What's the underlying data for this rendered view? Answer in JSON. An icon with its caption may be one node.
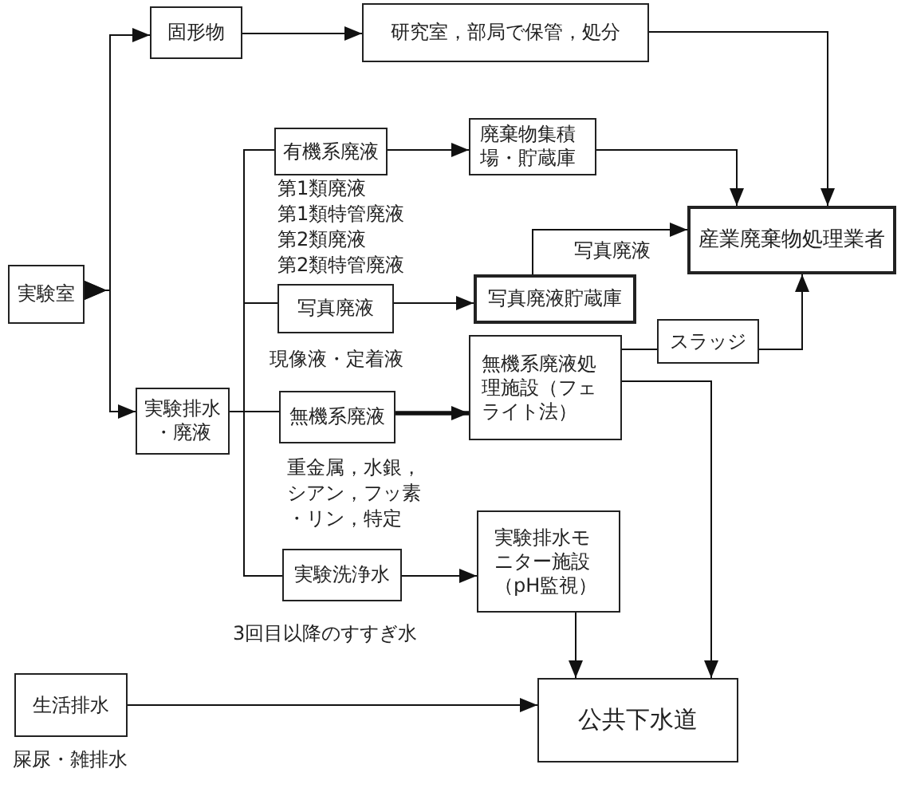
{
  "diagram": {
    "nodes": [
      {
        "text": [
          "実験室"
        ]
      },
      {
        "text": [
          "固形物"
        ]
      },
      {
        "text": [
          "研究室，部局で保管，処分"
        ]
      },
      {
        "text": [
          "有機系廃液"
        ],
        "beside": [
          "第1類廃液",
          "第1類特管廃液",
          "第2類廃液",
          "第2類特管廃液"
        ]
      },
      {
        "text": [
          "廃棄物集積場・貯蔵庫"
        ]
      },
      {
        "text": [
          "写真廃液"
        ],
        "beside": [
          "現像液・定着液"
        ]
      },
      {
        "text": [
          "写真廃液貯蔵庫"
        ]
      },
      {
        "text": [
          "産業廃棄物処理業者"
        ]
      },
      {
        "text": [
          "スラッジ"
        ]
      },
      {
        "text": [
          "無機系廃液処理施設（フェライト法）"
        ]
      },
      {
        "text": [
          "実験排水・廃液"
        ]
      },
      {
        "text": [
          "無機系廃液"
        ],
        "beside": [
          "重金属，水銀，シアン，フッ素・リン，特定"
        ]
      },
      {
        "text": [
          "実験洗浄水"
        ],
        "beside": [
          "3回目以降のすすぎ水"
        ]
      },
      {
        "text": [
          "実験排水モニター施設（pH監視）"
        ]
      },
      {
        "text": [
          "生活排水"
        ],
        "beside": [
          "屎尿・雑排水"
        ]
      },
      {
        "text": [
          "公共下水道"
        ]
      }
    ],
    "edges": [
      {
        "from": 0,
        "to": 1,
        "arrow": "to"
      },
      {
        "from": 0,
        "to": 10,
        "arrow": "to"
      },
      {
        "from": 1,
        "to": 2,
        "arrow": "to"
      },
      {
        "from": 2,
        "to": 7,
        "arrow": "to"
      },
      {
        "from": 3,
        "to": 4,
        "arrow": "to"
      },
      {
        "from": 4,
        "to": 7,
        "arrow": "to"
      },
      {
        "from": 5,
        "to": 6,
        "arrow": "to"
      },
      {
        "from": 6,
        "to": 7,
        "arrow": "to",
        "label": "写真廃液"
      },
      {
        "from": 9,
        "to": 8,
        "arrow": "none"
      },
      {
        "from": 8,
        "to": 7,
        "arrow": "to"
      },
      {
        "from": 9,
        "to": 15,
        "arrow": "to"
      },
      {
        "from": 10,
        "to": 3,
        "arrow": "none"
      },
      {
        "from": 10,
        "to": 5,
        "arrow": "none"
      },
      {
        "from": 10,
        "to": 11,
        "arrow": "none"
      },
      {
        "from": 10,
        "to": 12,
        "arrow": "none"
      },
      {
        "from": 11,
        "to": 9,
        "arrow": "to",
        "style": "thick"
      },
      {
        "from": 12,
        "to": 13,
        "arrow": "to"
      },
      {
        "from": 13,
        "to": 15,
        "arrow": "to"
      },
      {
        "from": 14,
        "to": 15,
        "arrow": "to"
      }
    ]
  }
}
